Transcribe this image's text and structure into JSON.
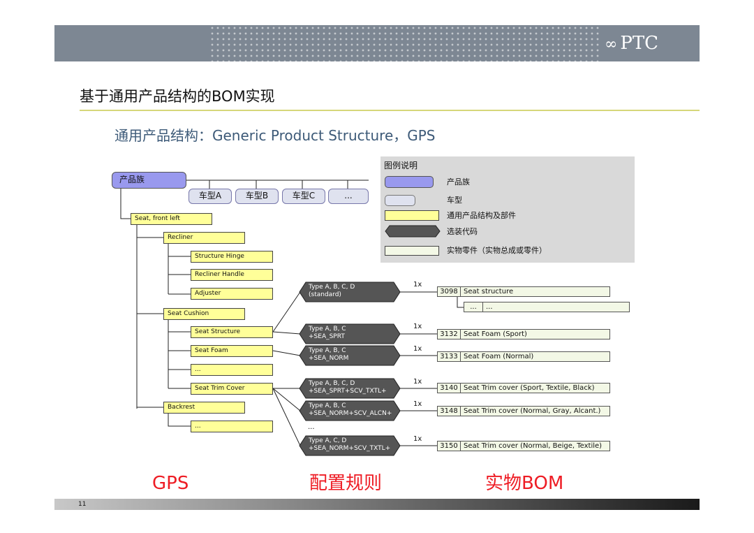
{
  "header": {
    "logo_text": "PTC"
  },
  "page_title": "基于通用产品结构的BOM实现",
  "subtitle": "通用产品结构：Generic Product Structure，GPS",
  "legend": {
    "title": "图例说明",
    "items": [
      {
        "label": "产品族",
        "color": "#9999ee"
      },
      {
        "label": "车型",
        "color": "#dfe2ef"
      },
      {
        "label": "通用产品结构及部件",
        "color": "#ffff99"
      },
      {
        "label": "选装代码",
        "color": "#555555"
      },
      {
        "label": "实物零件（实物总成或零件）",
        "color": "#f3f8e6"
      }
    ]
  },
  "tree": {
    "family": "产品族",
    "models": [
      "车型A",
      "车型B",
      "车型C",
      "..."
    ],
    "nodes": {
      "seat": "Seat, front left",
      "recliner": "Recliner",
      "structure_hinge": "Structure Hinge",
      "recliner_handle": "Recliner Handle",
      "adjuster": "Adjuster",
      "seat_cushion": "Seat Cushion",
      "seat_structure": "Seat Structure",
      "seat_foam": "Seat Foam",
      "cushion_more": "...",
      "seat_trim_cover": "Seat Trim Cover",
      "backrest": "Backrest",
      "backrest_more": "..."
    }
  },
  "rules": [
    {
      "line1": "Type A, B, C, D",
      "line2": "(standard)"
    },
    {
      "line1": "Type A, B, C",
      "line2": "+SEA_SPRT"
    },
    {
      "line1": "Type A, B, C",
      "line2": "+SEA_NORM"
    },
    {
      "line1": "Type A, B, C, D",
      "line2": "+SEA_SPRT+SCV_TXTL+"
    },
    {
      "line1": "Type A, B, C",
      "line2": "+SEA_NORM+SCV_ALCN+"
    },
    {
      "line1": "Type A, C, D",
      "line2": "+SEA_NORM+SCV_TXTL+"
    }
  ],
  "rules_ellipsis": "...",
  "multiplicity": "1x",
  "bom": [
    {
      "num": "3098",
      "desc": "Seat structure"
    },
    {
      "num": "...",
      "desc": "..."
    },
    {
      "num": "3132",
      "desc": "Seat Foam (Sport)"
    },
    {
      "num": "3133",
      "desc": "Seat Foam (Normal)"
    },
    {
      "num": "3140",
      "desc": "Seat Trim cover (Sport, Textile, Black)"
    },
    {
      "num": "3148",
      "desc": "Seat Trim cover (Normal, Gray, Alcant.)"
    },
    {
      "num": "3150",
      "desc": "Seat Trim cover (Normal, Beige, Textile)"
    }
  ],
  "captions": {
    "gps": "GPS",
    "rules": "配置规则",
    "bom": "实物BOM"
  },
  "footer": {
    "page_number": "11"
  }
}
